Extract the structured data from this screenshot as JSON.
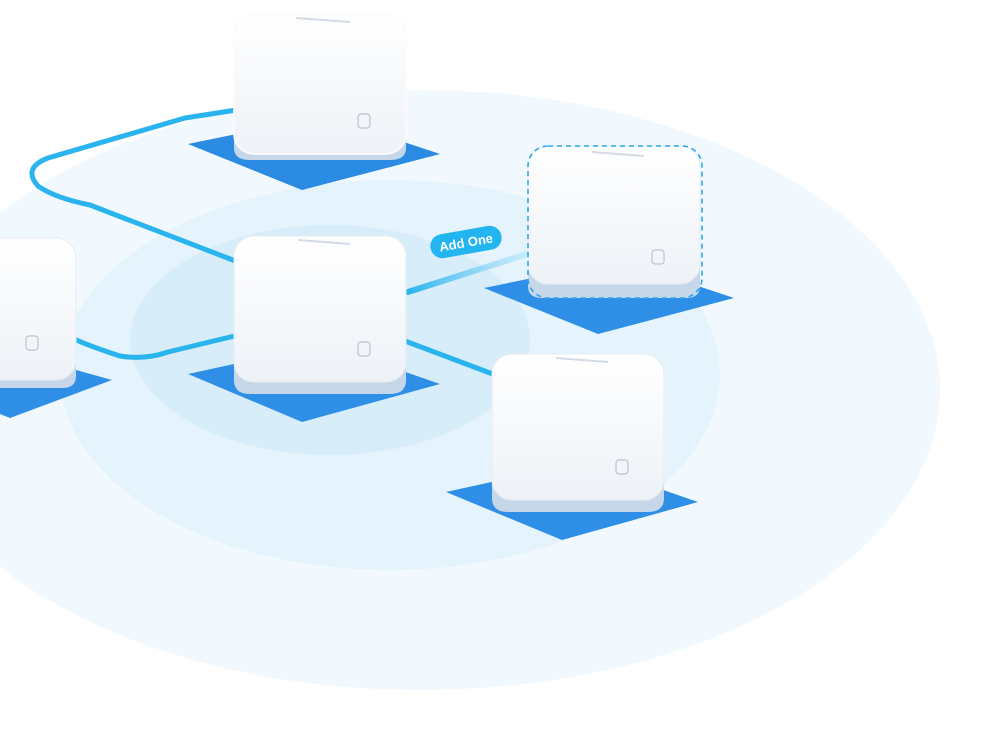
{
  "diagram": {
    "add_badge_label": "Add One",
    "nodes": [
      {
        "id": "top",
        "kind": "existing"
      },
      {
        "id": "center",
        "kind": "existing"
      },
      {
        "id": "left",
        "kind": "existing"
      },
      {
        "id": "bottom-right",
        "kind": "existing"
      },
      {
        "id": "new",
        "kind": "add-one-placeholder"
      }
    ],
    "links": [
      {
        "from": "top",
        "to": "center"
      },
      {
        "from": "left",
        "to": "center"
      },
      {
        "from": "center",
        "to": "bottom-right"
      },
      {
        "from": "center",
        "to": "new"
      }
    ]
  },
  "colors": {
    "link": "#2ab4ee",
    "pad": "#2f8fe6",
    "cube_face": "#f7f9fc",
    "cube_base": "#c7d7ea",
    "coverage": "#dff0fb",
    "badge": "#22b5f0",
    "dashed_outline": "#2aa7ea"
  }
}
